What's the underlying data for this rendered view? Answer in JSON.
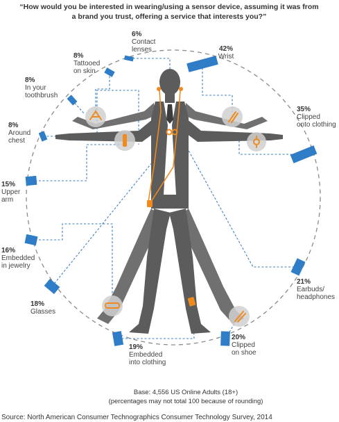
{
  "title": {
    "line1": "“How would you be interested in wearing/using a sensor device, assuming it was from",
    "line2": "a brand you trust, offering a service that interests you?”"
  },
  "chart_data": {
    "type": "bar",
    "categories": [
      "Wrist",
      "Clipped onto clothing",
      "Earbuds/ headphones",
      "Clipped on shoe",
      "Embedded into clothing",
      "Glasses",
      "Embedded in jewelry",
      "Upper arm",
      "Around chest",
      "In your toothbrush",
      "Tattooed on skin",
      "Contact lenses"
    ],
    "values": [
      42,
      35,
      21,
      20,
      19,
      18,
      16,
      15,
      8,
      8,
      8,
      6
    ],
    "unit": "%",
    "ylim": [
      0,
      50
    ]
  },
  "items": [
    {
      "pct": "42%",
      "label": [
        "Wrist"
      ]
    },
    {
      "pct": "35%",
      "label": [
        "Clipped",
        "onto clothing"
      ]
    },
    {
      "pct": "21%",
      "label": [
        "Earbuds/",
        "headphones"
      ]
    },
    {
      "pct": "20%",
      "label": [
        "Clipped",
        "on shoe"
      ]
    },
    {
      "pct": "19%",
      "label": [
        "Embedded",
        "into clothing"
      ]
    },
    {
      "pct": "18%",
      "label": [
        "Glasses"
      ]
    },
    {
      "pct": "16%",
      "label": [
        "Embedded",
        "in jewelry"
      ]
    },
    {
      "pct": "15%",
      "label": [
        "Upper",
        "arm"
      ]
    },
    {
      "pct": "8%",
      "label": [
        "Around",
        "chest"
      ]
    },
    {
      "pct": "8%",
      "label": [
        "In your",
        "toothbrush"
      ]
    },
    {
      "pct": "8%",
      "label": [
        "Tattooed",
        "on skin"
      ]
    },
    {
      "pct": "6%",
      "label": [
        "Contact",
        "lenses"
      ]
    }
  ],
  "footer": {
    "base": "Base: 4,556 US Online Adults (18+)",
    "note": "(percentages may not total 100 because of rounding)",
    "source": "Source: North American Consumer Technographics Consumer Technology Survey, 2014"
  },
  "colors": {
    "bar": "#2f7cc7",
    "figure": "#5c5c5c",
    "accent": "#f08a1c",
    "circle": "#8a8a8a"
  }
}
